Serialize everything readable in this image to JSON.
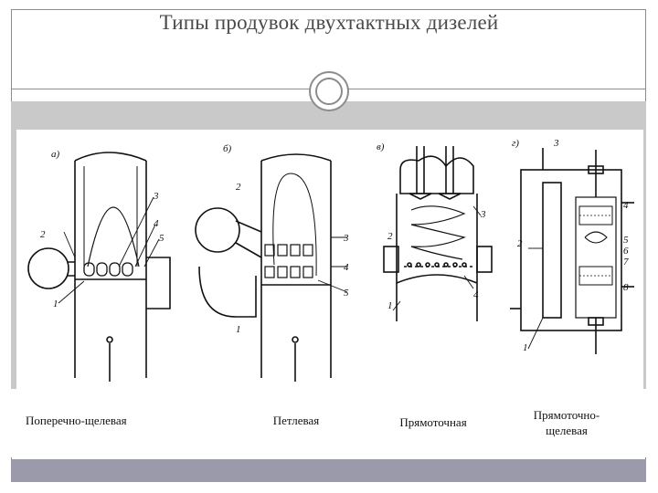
{
  "title": "Типы продувок двухтактных дизелей",
  "captions": {
    "a": "Поперечно-щелевая",
    "b": "Петлевая",
    "c": "Прямоточная",
    "d": "Прямоточно-щелевая"
  },
  "figure_labels": {
    "a": "а)",
    "b": "б)",
    "c": "в)",
    "d": "г)"
  },
  "callouts": {
    "a": [
      "1",
      "2",
      "3",
      "4",
      "5"
    ],
    "b": [
      "1",
      "2",
      "3",
      "4",
      "5"
    ],
    "c": [
      "1",
      "2",
      "3",
      "4"
    ],
    "d": [
      "1",
      "2",
      "3",
      "4",
      "5",
      "6",
      "7",
      "8"
    ]
  }
}
